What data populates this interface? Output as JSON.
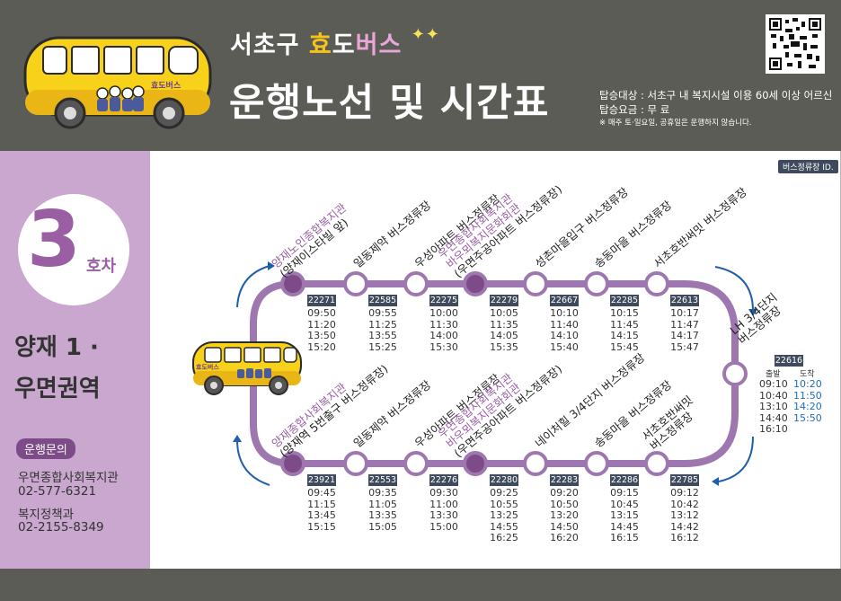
{
  "header": {
    "title_small_prefix": "서초구 ",
    "title_small_hyo": "효",
    "title_small_do": "도",
    "title_small_bus": "버스",
    "title_big": "운행노선 및 시간표",
    "target_label": "탑승대상 : 서초구 내 복지시설 이용 60세 이상 어르신",
    "fare_label": "탑승요금 : 무   료",
    "note": "※ 매주 토·일요일, 공휴일은 운행하지 않습니다.",
    "bus_sign": "효도버스"
  },
  "sidebar": {
    "route_number": "3",
    "route_suffix": "호차",
    "area_line1": "양재 1 ·",
    "area_line2": "우면권역",
    "contact_title": "운행문의",
    "contact1_name": "우면종합사회복지관",
    "contact1_phone": "02-577-6321",
    "contact2_name": "복지정책과",
    "contact2_phone": "02-2155-8349"
  },
  "legend": {
    "bus_stop_id": "버스정류장 ID."
  },
  "top_stops": [
    {
      "line1": "양재노인종합복지관",
      "line2": "(양재이스타빌 앞)",
      "accent": true,
      "id": "22271",
      "times": [
        "09:50",
        "11:20",
        "13:50",
        "15:20"
      ]
    },
    {
      "line1": "일동제약 버스정류장",
      "line2": "",
      "accent": false,
      "id": "22585",
      "times": [
        "09:55",
        "11:25",
        "13:55",
        "15:25"
      ]
    },
    {
      "line1": "우성아파트 버스정류장",
      "line2": "",
      "accent": false,
      "id": "22275",
      "times": [
        "10:00",
        "11:30",
        "14:00",
        "15:30"
      ]
    },
    {
      "line1": "우면종합사회복지관",
      "line2": "바우뫼복지문화회관",
      "line3": "(우면주공아파트 버스정류장)",
      "accent": true,
      "id": "22279",
      "times": [
        "10:05",
        "11:35",
        "14:05",
        "15:35"
      ]
    },
    {
      "line1": "성촌마을입구 버스정류장",
      "line2": "",
      "accent": false,
      "id": "22667",
      "times": [
        "10:10",
        "11:40",
        "14:10",
        "15:40"
      ]
    },
    {
      "line1": "송동마을 버스정류장",
      "line2": "",
      "accent": false,
      "id": "22285",
      "times": [
        "10:15",
        "11:45",
        "14:15",
        "15:45"
      ]
    },
    {
      "line1": "서초호반써밋 버스정류장",
      "line2": "",
      "accent": false,
      "id": "22613",
      "times": [
        "10:17",
        "11:47",
        "14:17",
        "15:47"
      ]
    }
  ],
  "bottom_stops": [
    {
      "line1": "양재종합사회복지관",
      "line2": "(양재역 5번출구 버스정류장)",
      "accent": true,
      "id": "23921",
      "times": [
        "09:45",
        "11:15",
        "13:45",
        "15:15"
      ]
    },
    {
      "line1": "일동제약 버스정류장",
      "line2": "",
      "accent": false,
      "id": "22553",
      "times": [
        "09:35",
        "11:05",
        "13:35",
        "15:05"
      ]
    },
    {
      "line1": "우성아파트 버스정류장",
      "line2": "",
      "accent": false,
      "id": "22276",
      "times": [
        "09:30",
        "11:00",
        "13:30",
        "15:00"
      ]
    },
    {
      "line1": "우면종합사회복지관",
      "line2": "바우뫼복지문화회관",
      "line3": "(우면주공아파트 버스정류장)",
      "accent": true,
      "id": "22280",
      "times": [
        "09:25",
        "10:55",
        "13:25",
        "14:55",
        "16:25"
      ]
    },
    {
      "line1": "네이처힐 3/4단지 버스정류장",
      "line2": "",
      "accent": false,
      "id": "22283",
      "times": [
        "09:20",
        "10:50",
        "13:20",
        "14:50",
        "16:20"
      ]
    },
    {
      "line1": "송동마을 버스정류장",
      "line2": "",
      "accent": false,
      "id": "22286",
      "times": [
        "09:15",
        "10:45",
        "13:15",
        "14:45",
        "16:15"
      ]
    },
    {
      "line1": "서초호반써밋",
      "line2": "버스정류장",
      "accent": false,
      "id": "22785",
      "times": [
        "09:12",
        "10:42",
        "13:12",
        "14:42",
        "16:12"
      ]
    }
  ],
  "side_stop": {
    "line1": "LH 3/4단지",
    "line2": "버스정류장",
    "id": "22616",
    "dep_label": "출발",
    "arr_label": "도착",
    "dep_times": [
      "09:10",
      "10:40",
      "13:10",
      "14:40",
      "16:10"
    ],
    "arr_times": [
      "10:20",
      "11:50",
      "14:20",
      "15:50"
    ]
  },
  "colors": {
    "route": "#9e77b0",
    "accent_stop": "#7d4c88",
    "arrow": "#1f5fa8",
    "header_bg": "#5c5c56",
    "sidebar_bg": "#c9a7cf"
  }
}
